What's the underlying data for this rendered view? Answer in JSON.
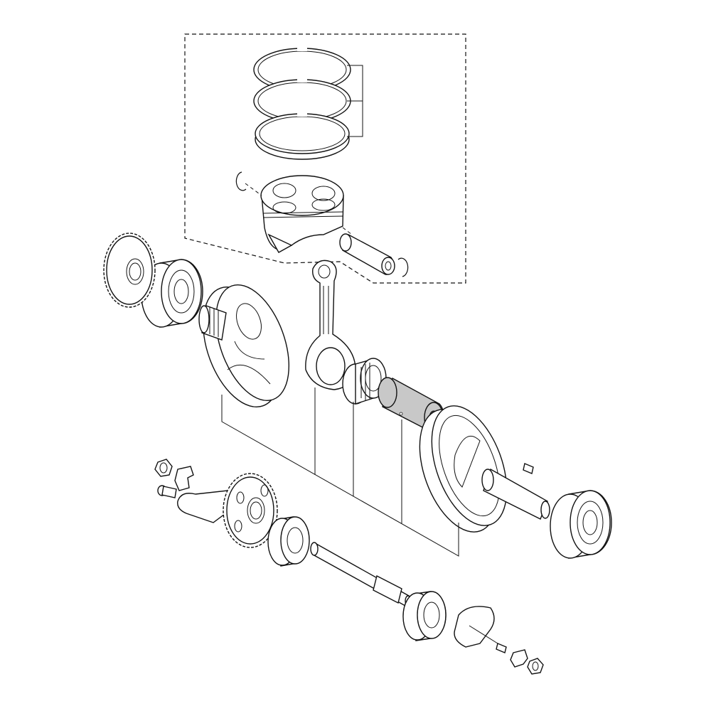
{
  "diagram": {
    "type": "exploded-parts-view",
    "subject": "crankshaft-and-piston-assembly",
    "colors": {
      "line": "#111111",
      "background": "#ffffff",
      "highlighted_part": "#c8c8c8"
    },
    "highlighted_part": "crank-pin"
  }
}
